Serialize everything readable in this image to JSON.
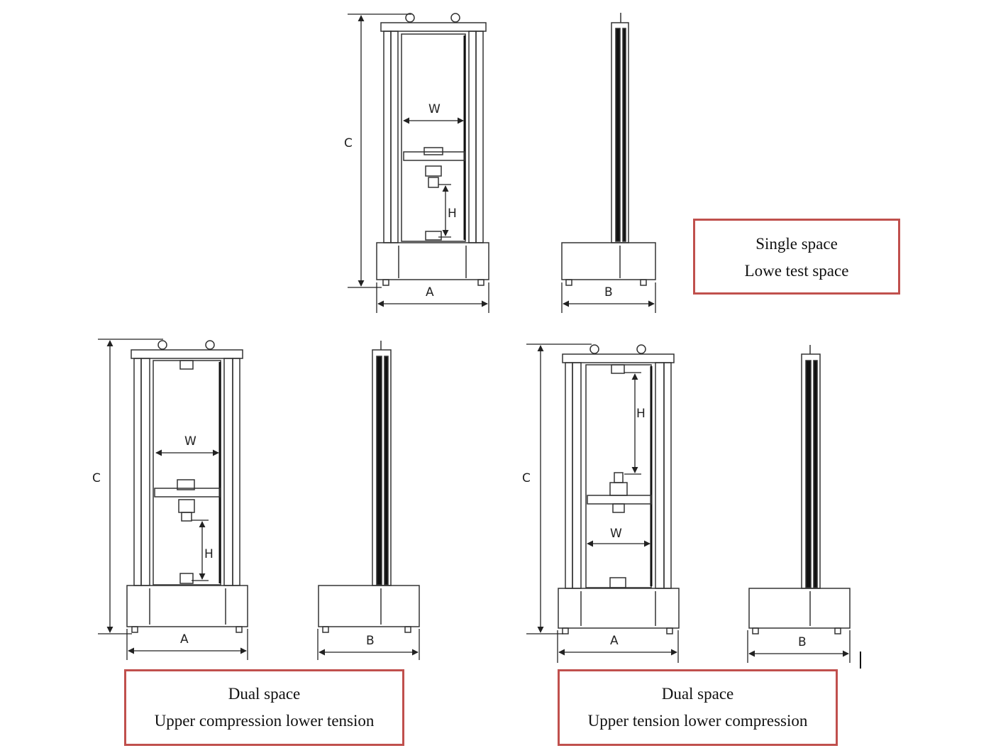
{
  "dimension_labels": {
    "width": "A",
    "depth": "B",
    "height": "C",
    "test_width": "W",
    "test_height": "H"
  },
  "captions": {
    "single": {
      "line1": "Single space",
      "line2": "Lowe test space"
    },
    "dual_a": {
      "line1": "Dual space",
      "line2": "Upper compression lower tension"
    },
    "dual_b": {
      "line1": "Dual space",
      "line2": "Upper tension lower compression"
    }
  },
  "colors": {
    "caption_border": "#c0504d",
    "line": "#222222"
  }
}
